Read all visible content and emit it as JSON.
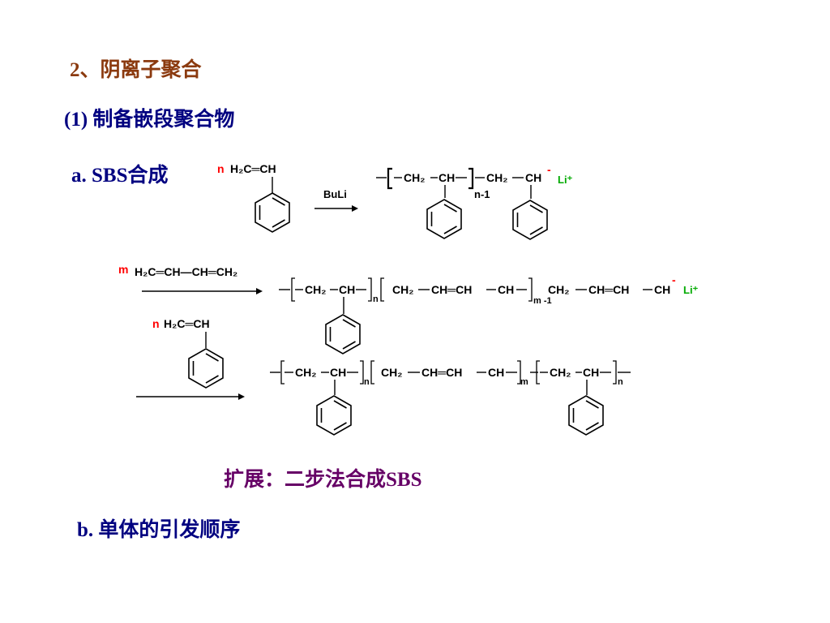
{
  "headings": {
    "section": "2、阴离子聚合",
    "subsection": "(1)  制备嵌段聚合物",
    "item_a": "a. SBS合成",
    "extension": "扩展：二步法合成SBS",
    "item_b": "b. 单体的引发顺序"
  },
  "colors": {
    "section": "#8B3A0F",
    "body": "#000080",
    "extension": "#660066",
    "red_label": "#FF0000",
    "green_label": "#00AA00"
  },
  "scheme": {
    "step1": {
      "coef": "n",
      "monomer": "H₂C═CH",
      "reagent": "BuLi",
      "product": [
        "CH₂",
        "CH",
        "CH₂",
        "CH"
      ],
      "repeat": "n-1",
      "charge": "-",
      "counterion": "Li⁺"
    },
    "step2": {
      "coef": "m",
      "monomer": "H₂C═CH—CH═CH₂",
      "product": [
        "CH₂",
        "CH",
        "CH₂",
        "CH═CH",
        "CH",
        "CH₂",
        "CH═CH",
        "CH"
      ],
      "repeat_1": "n",
      "repeat_2": "m -1",
      "charge": "-",
      "counterion": "Li⁺"
    },
    "step3": {
      "coef": "n",
      "monomer": "H₂C═CH",
      "product": [
        "CH₂",
        "CH",
        "CH₂",
        "CH═CH",
        "CH",
        "CH₂",
        "CH"
      ],
      "repeat_1": "n",
      "repeat_2": "m",
      "repeat_3": "n"
    }
  }
}
